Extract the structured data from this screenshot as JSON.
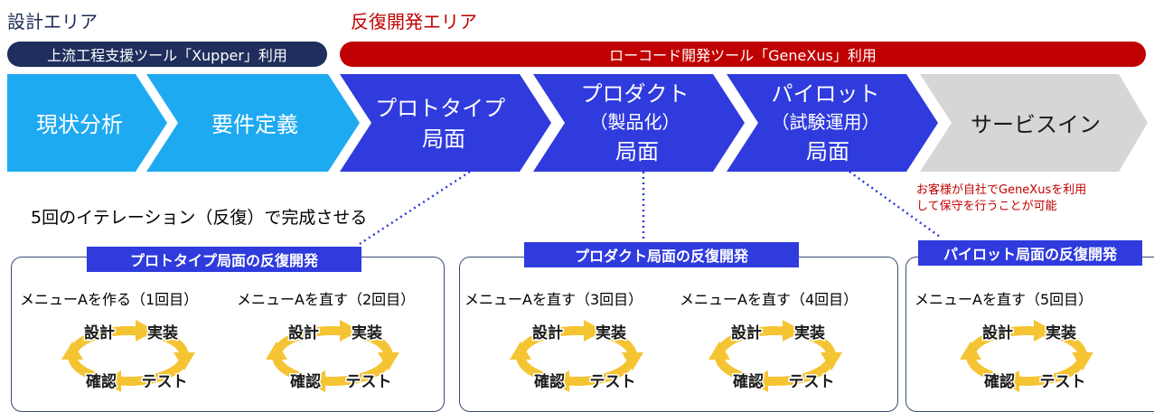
{
  "zones": {
    "design": {
      "title": "設計エリア",
      "tool": "上流工程支援ツール「Xupper」利用"
    },
    "iterative": {
      "title": "反復開発エリア",
      "tool": "ローコード開発ツール「GeneXus」利用"
    }
  },
  "phases": [
    {
      "lines": [
        "現状分析"
      ]
    },
    {
      "lines": [
        "要件定義"
      ]
    },
    {
      "lines": [
        "プロトタイプ",
        "局面"
      ]
    },
    {
      "lines": [
        "プロダクト",
        "（製品化）",
        "局面"
      ]
    },
    {
      "lines": [
        "パイロット",
        "（試験運用）",
        "局面"
      ]
    },
    {
      "lines": [
        "サービスイン"
      ]
    }
  ],
  "iteration_note": "5回のイテレーション（反復）で完成させる",
  "customer_note": [
    "お客様が自社でGeneXusを利用",
    "して保守を行うことが可能"
  ],
  "groups": [
    {
      "title": "プロトタイプ局面の反復開発",
      "cycles": [
        {
          "label": "メニューAを作る（1回目）"
        },
        {
          "label": "メニューAを直す（2回目）"
        }
      ]
    },
    {
      "title": "プロダクト局面の反復開発",
      "cycles": [
        {
          "label": "メニューAを直す（3回目）"
        },
        {
          "label": "メニューAを直す（4回目）"
        }
      ]
    },
    {
      "title": "パイロット局面の反復開発",
      "cycles": [
        {
          "label": "メニューAを直す（5回目）"
        }
      ]
    }
  ],
  "cycle_steps": {
    "design": "設計",
    "implement": "実装",
    "test": "テスト",
    "confirm": "確認"
  },
  "colors": {
    "design_zone_title": "#1e2a56",
    "iterative_zone_title": "#c00000",
    "design_pill": "#1f2e5c",
    "iterative_pill": "#c00000",
    "phase_light": "#1eaaf1",
    "phase_dark": "#2f3bdd",
    "phase_grey": "#d6d6d6",
    "cycle_arrow": "#f5c432",
    "dotted": "#2f3bdd",
    "customer_note": "#c00000"
  }
}
